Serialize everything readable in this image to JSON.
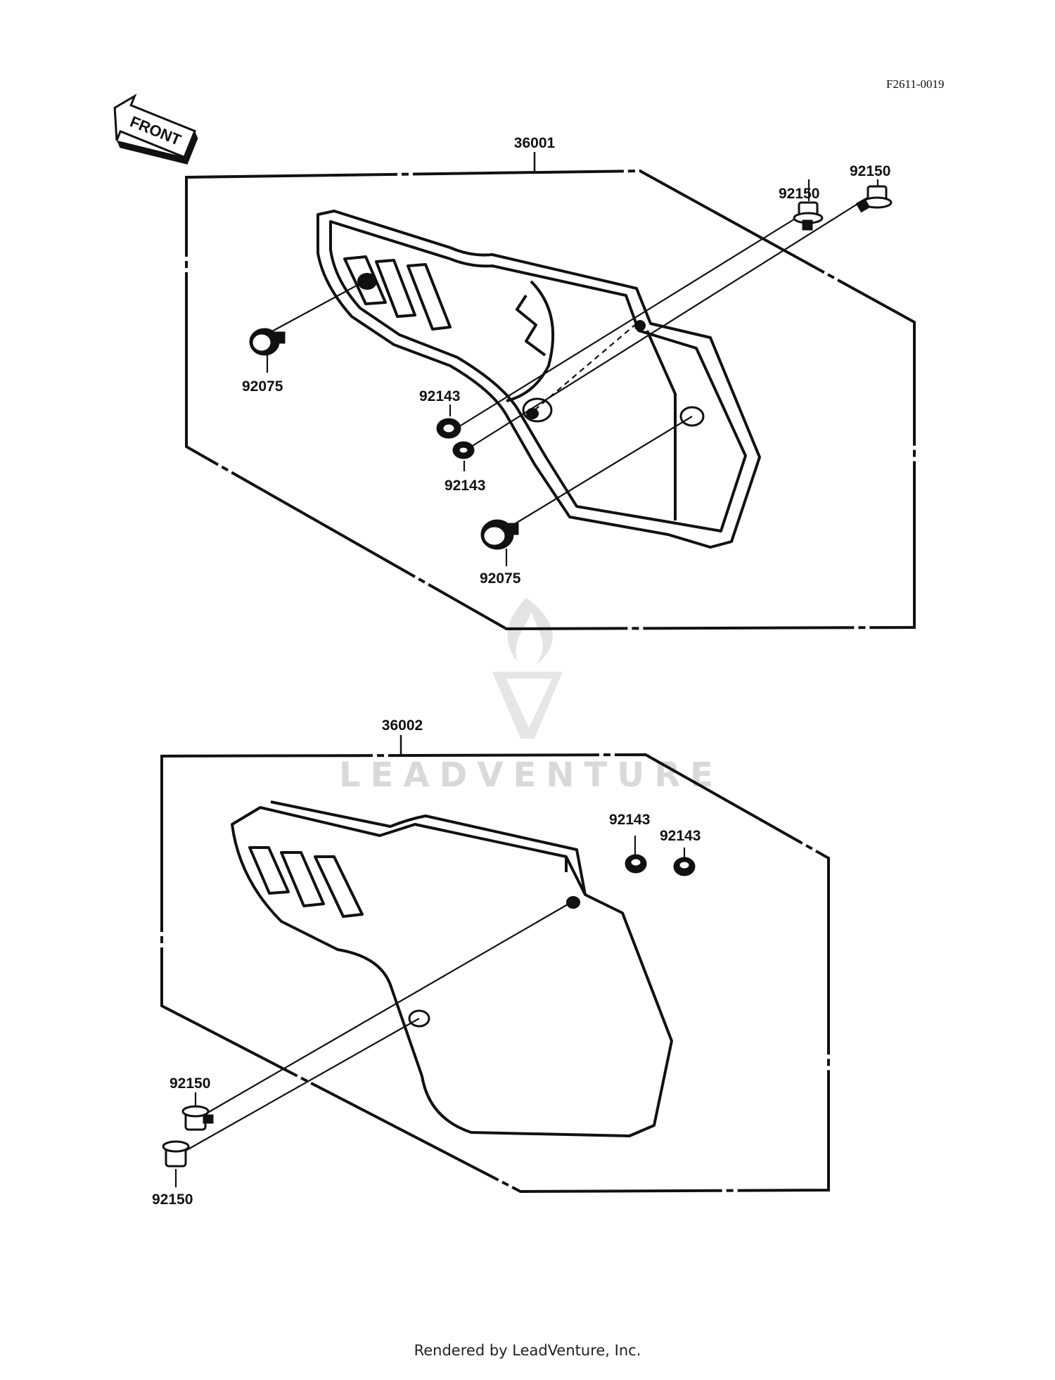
{
  "diagram": {
    "reference_code": "F2611-0019",
    "front_label": "FRONT",
    "watermark": "LEADVENTURE",
    "groups": [
      {
        "assembly": "36001",
        "parts": [
          "92150",
          "92150",
          "92075",
          "92143",
          "92143",
          "92075"
        ]
      },
      {
        "assembly": "36002",
        "parts": [
          "92143",
          "92143",
          "92150",
          "92150"
        ]
      }
    ]
  },
  "footer": {
    "text": "Rendered by LeadVenture, Inc."
  },
  "colors": {
    "line": "#111111",
    "watermark": "#d9d9d9",
    "background": "#ffffff"
  }
}
